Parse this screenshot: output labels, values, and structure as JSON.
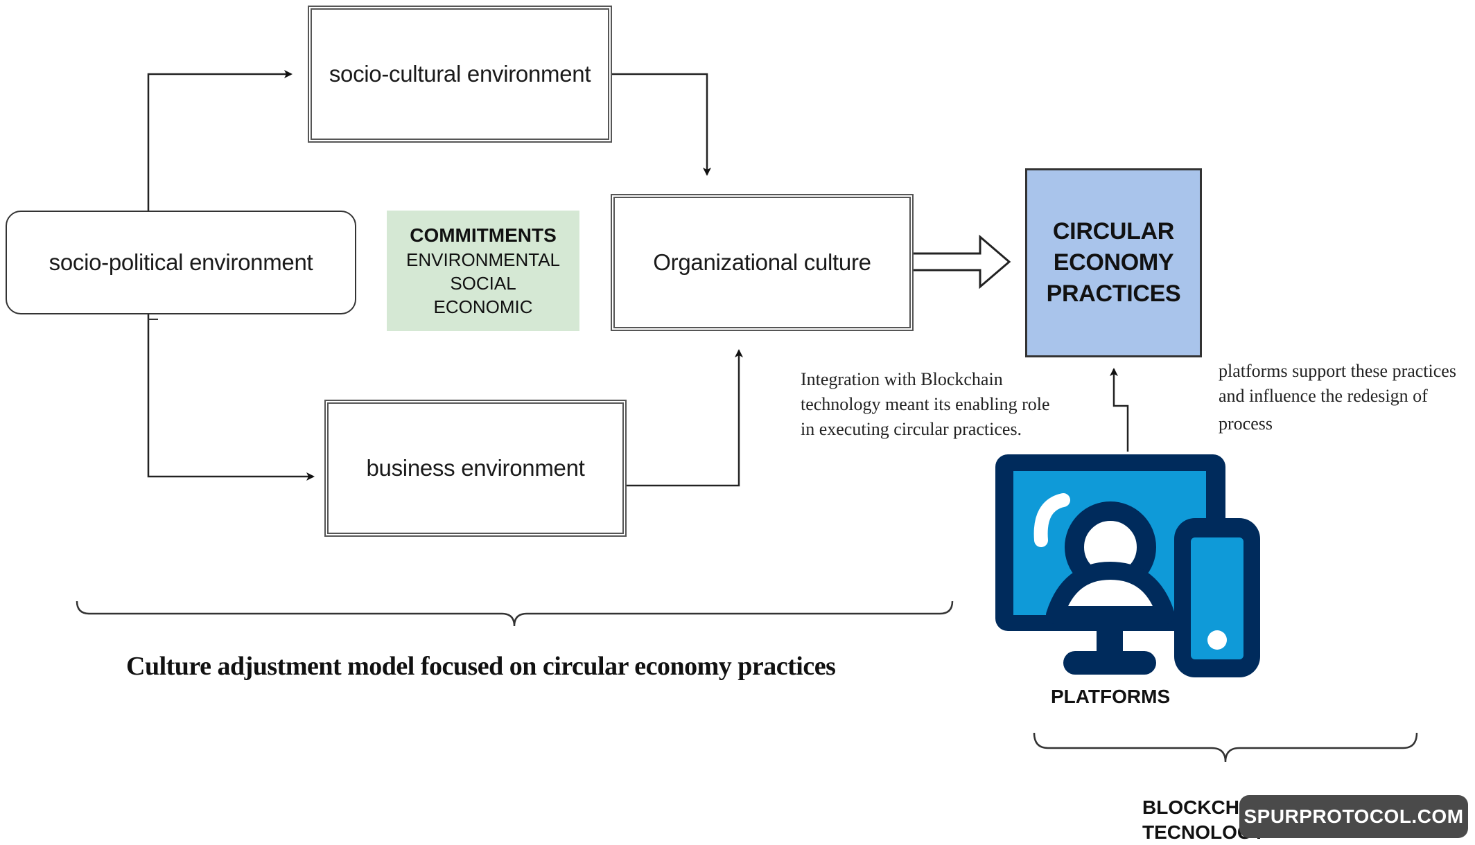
{
  "nodes": {
    "socio_political": "socio-political environment",
    "socio_cultural": "socio-cultural environment",
    "organizational_culture": "Organizational culture",
    "business_environment": "business environment",
    "circular_economy": [
      "CIRCULAR",
      "ECONOMY",
      "PRACTICES"
    ]
  },
  "commitments": {
    "title": "COMMITMENTS",
    "items": [
      "ENVIRONMENTAL",
      "SOCIAL",
      "ECONOMIC"
    ]
  },
  "notes": {
    "integration": [
      "Integration with Blockchain",
      "technology meant its enabling role",
      "in executing circular practices."
    ],
    "platforms": [
      "platforms support these practices",
      "and influence the redesign of",
      "process"
    ]
  },
  "captions": {
    "model": "Culture adjustment model focused on circular economy practices",
    "platforms": "PLATFORMS",
    "blockchain": [
      "BLOCKCHAIN",
      "TECNOLOGY"
    ]
  },
  "icons": {
    "platform": "monitor-with-user-and-phone-icon"
  },
  "watermark": "SPURPROTOCOL.COM",
  "colors": {
    "circular_economy_fill": "#a9c4eb",
    "commitments_fill": "#d5e8d4",
    "icon_dark": "#002b5c",
    "icon_light": "#0f9ad8",
    "watermark_bg": "#4a4a4a"
  }
}
